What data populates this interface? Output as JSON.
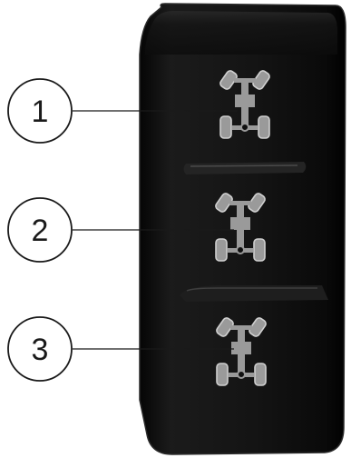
{
  "callouts": [
    {
      "number": "1",
      "icon": "steering-mode-1-icon"
    },
    {
      "number": "2",
      "icon": "steering-mode-2-icon"
    },
    {
      "number": "3",
      "icon": "steering-mode-3-icon"
    }
  ],
  "colors": {
    "switch_body": "#0f0f0f",
    "switch_edge": "#2a2a2a",
    "icon_fill": "#9a9a9a",
    "icon_outline": "#b5b5b5",
    "callout_stroke": "#1a1a1a",
    "background": "#ffffff"
  }
}
